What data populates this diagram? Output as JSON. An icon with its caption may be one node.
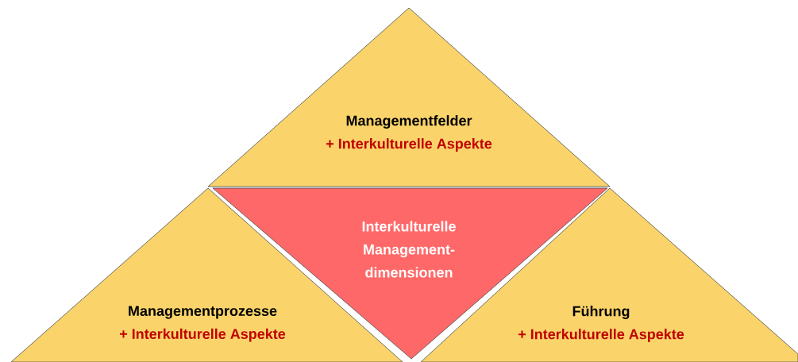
{
  "diagram": {
    "nodes": [
      {
        "text": [
          "Managementfelder",
          "+ Interkulturelle Aspekte"
        ]
      },
      {
        "text": [
          "Managementprozesse",
          "+ Interkulturelle Aspekte"
        ]
      },
      {
        "text": [
          "Interkulturelle Management-dimensionen"
        ]
      },
      {
        "text": [
          "Führung",
          "+ Interkulturelle Aspekte"
        ]
      }
    ]
  }
}
